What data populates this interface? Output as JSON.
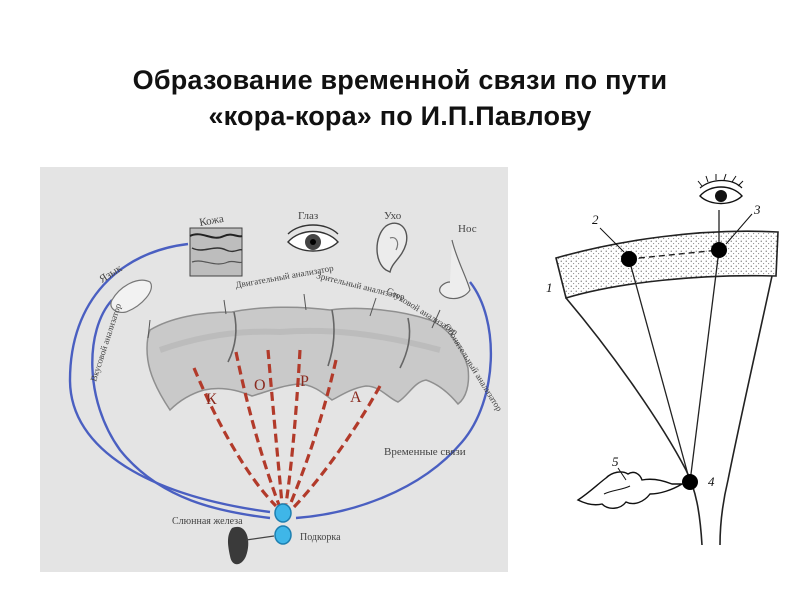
{
  "slide": {
    "title_line1": "Образование временной связи по пути",
    "title_line2": "«кора-кора» по И.П.Павлову"
  },
  "left_diagram": {
    "organs": {
      "tongue": "Язык",
      "skin": "Кожа",
      "eye": "Глаз",
      "ear": "Ухо",
      "nose": "Нос"
    },
    "analyzers": {
      "taste": "Вкусовой анализатор",
      "motor": "Двигательный анализатор",
      "visual": "Зрительный анализатор",
      "auditory": "Слуховой анализатор",
      "olfactory": "Обонятельный анализатор"
    },
    "cortex_letters": [
      "К",
      "О",
      "Р",
      "А"
    ],
    "temporary_links": "Временные связи",
    "salivary_gland": "Слюнная железа",
    "subcortex": "Подкорка",
    "colors": {
      "panel": "#e4e4e4",
      "pathway_blue": "#4a5fc1",
      "temporary_red": "#b23a2a",
      "node_cyan": "#3fb6e8"
    }
  },
  "right_diagram": {
    "labels": [
      "1",
      "2",
      "3",
      "4",
      "5"
    ]
  }
}
